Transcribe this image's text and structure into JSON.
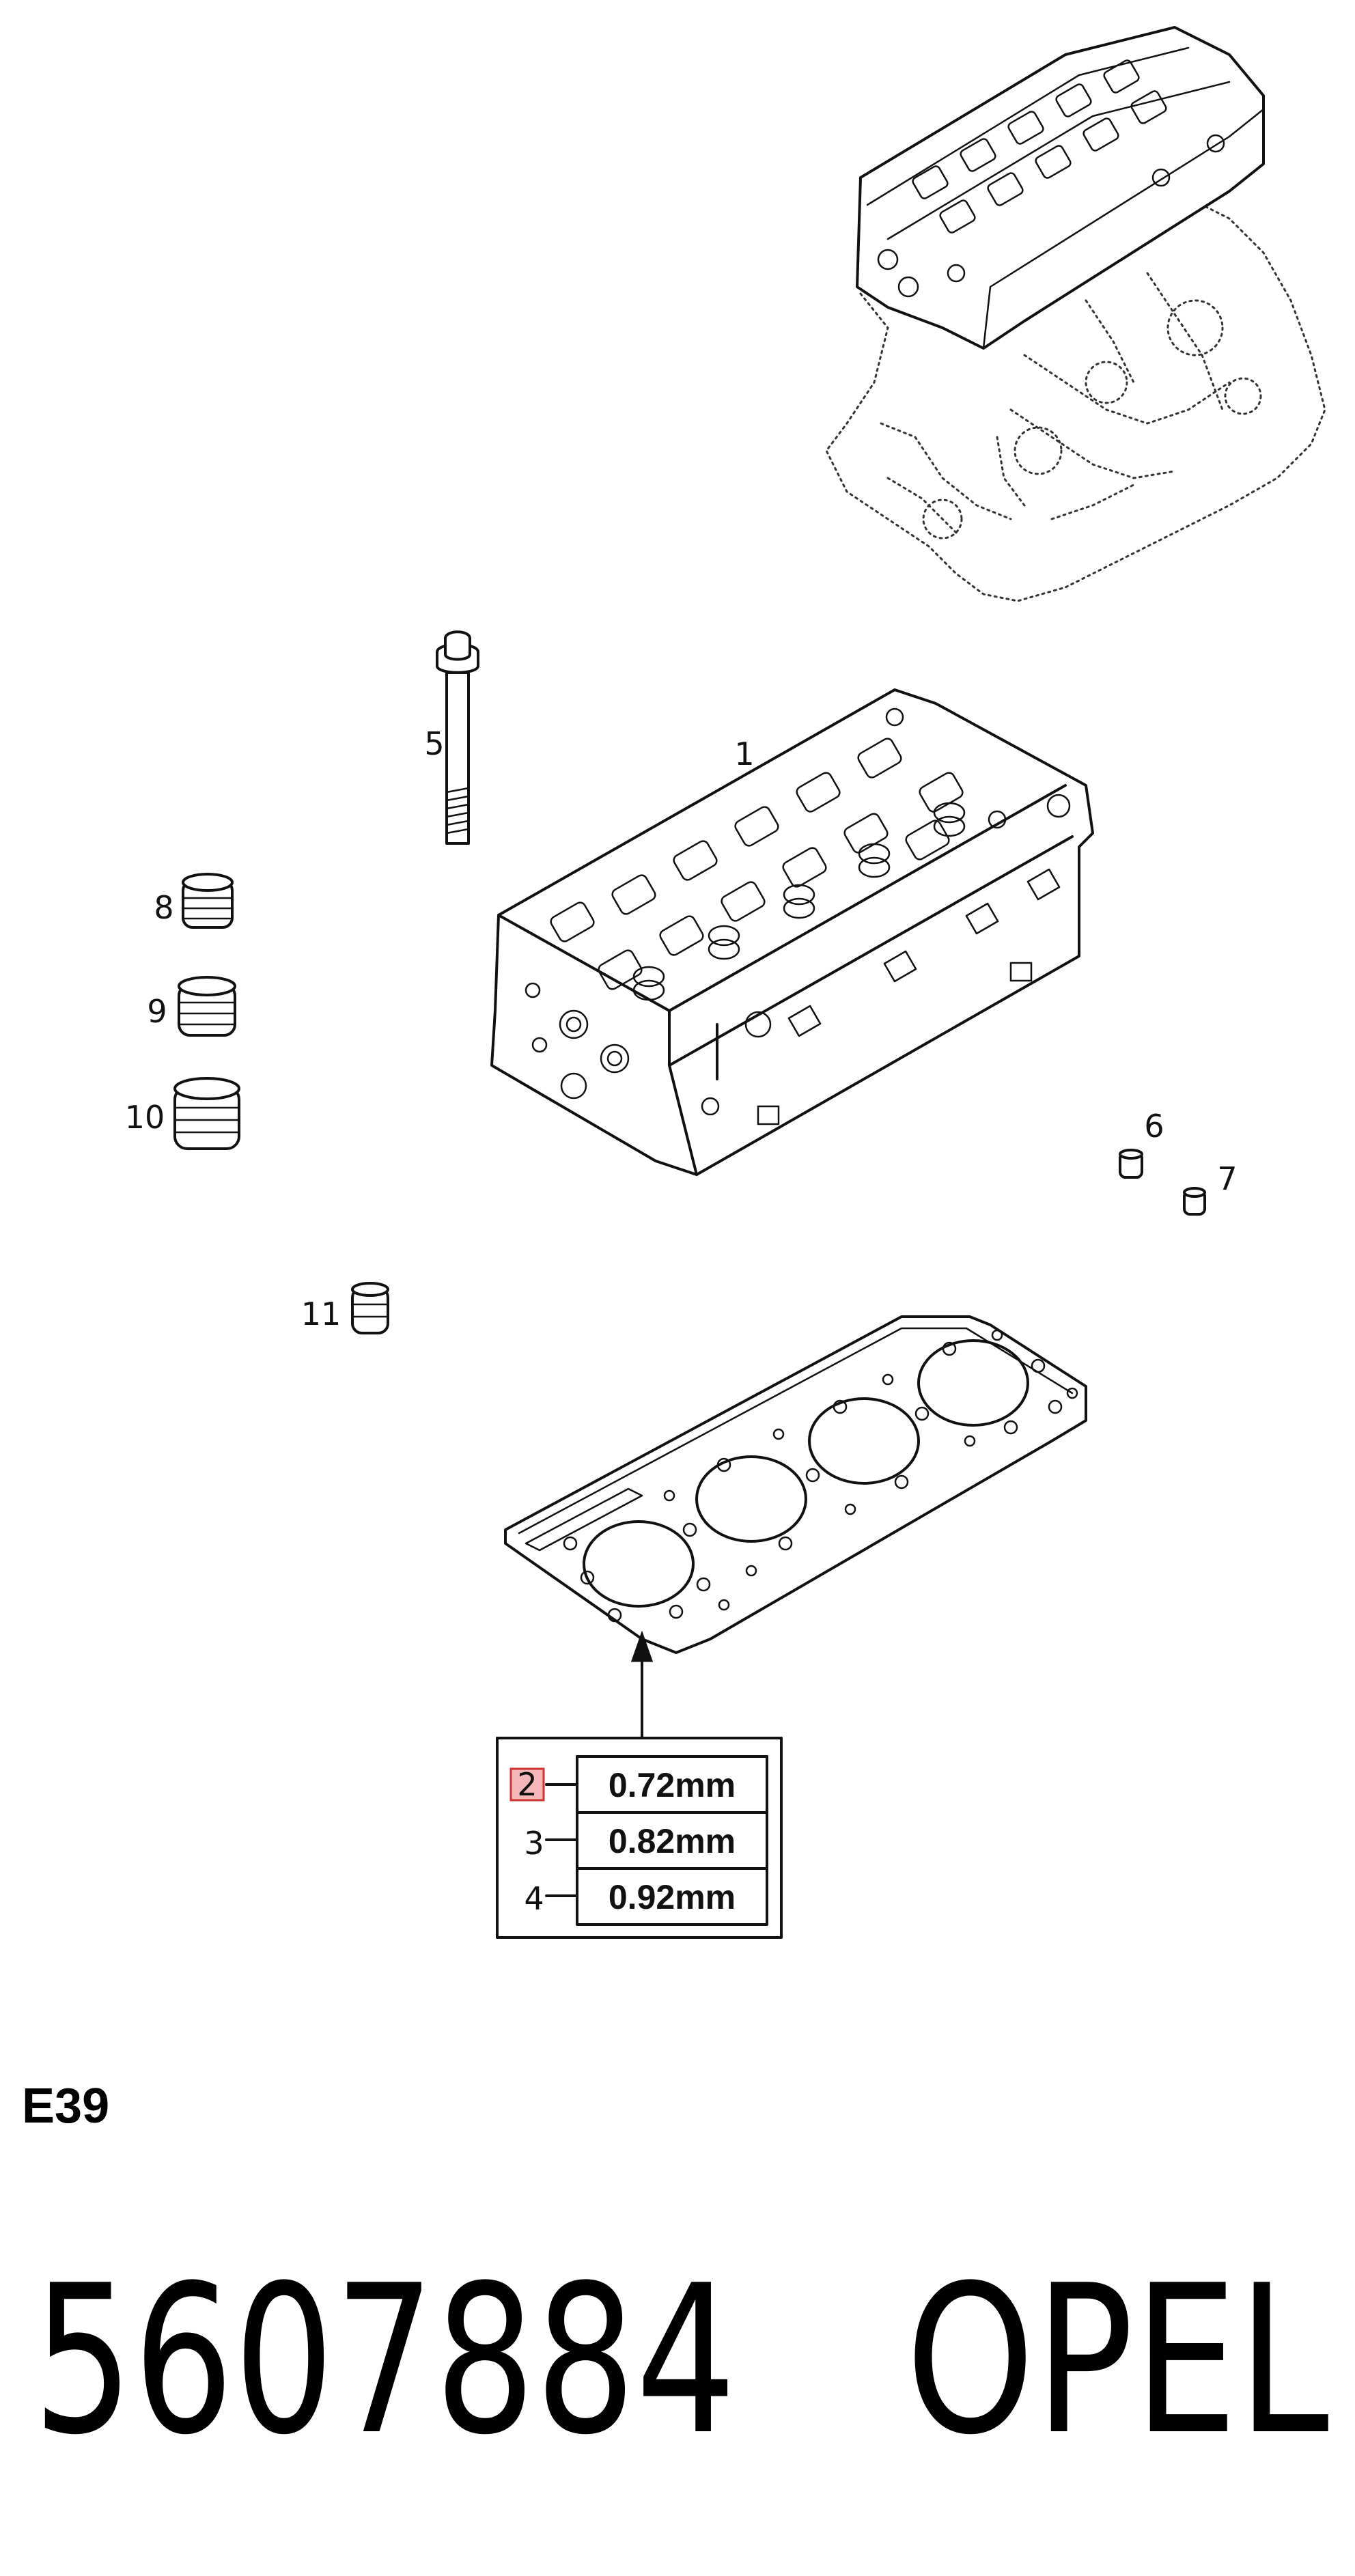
{
  "diagram": {
    "callouts": [
      "1",
      "2",
      "3",
      "4",
      "5",
      "6",
      "7",
      "8",
      "9",
      "10",
      "11"
    ],
    "gasket_table": {
      "rows": [
        {
          "ref": "2",
          "thickness": "0.72mm"
        },
        {
          "ref": "3",
          "thickness": "0.82mm"
        },
        {
          "ref": "4",
          "thickness": "0.92mm"
        }
      ]
    },
    "section_code": "E39"
  },
  "part_number": "5607884",
  "brand": "OPEL",
  "highlight_color": "#f4b6b6"
}
